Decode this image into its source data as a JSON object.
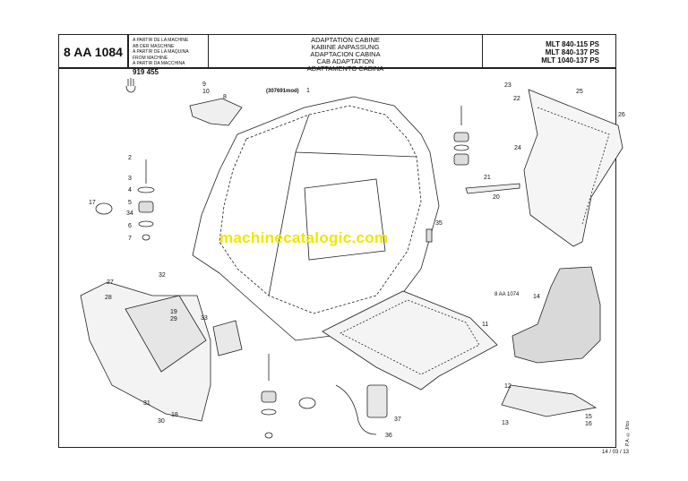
{
  "header": {
    "reference": "8 AA 1084",
    "from_machine": [
      "A PARTIR DE LA MACHINE",
      "AB DER MASCHINE",
      "A PARTIR DE LA MAQUINA",
      "FROM MACHINE",
      "A PARTIR DA MACCHINA"
    ],
    "serial": "919 455",
    "titles": [
      "ADAPTATION CABINE",
      "KABINE ANPASSUNG",
      "ADAPTACION CABINA",
      "CAB ADAPTATION",
      "ADATTAMENTO CABINA"
    ],
    "models": [
      "MLT 840-115 PS",
      "MLT 840-137 PS",
      "MLT 1040-137 PS"
    ]
  },
  "subassembly_ref": "(307691mod)",
  "seat_ref": "8 AA 1074",
  "watermark": "machinecatalogic.com",
  "footer": {
    "date": "14 / 03 / 13",
    "copyright": "P.A. © Jifco"
  },
  "callouts": [
    "1",
    "2",
    "3",
    "4",
    "5",
    "6",
    "7",
    "8",
    "9",
    "10",
    "11",
    "12",
    "13",
    "14",
    "15",
    "16",
    "17",
    "18",
    "19",
    "20",
    "21",
    "22",
    "23",
    "24",
    "25",
    "26",
    "27",
    "28",
    "29",
    "30",
    "31",
    "32",
    "33",
    "34",
    "35",
    "36",
    "37"
  ]
}
